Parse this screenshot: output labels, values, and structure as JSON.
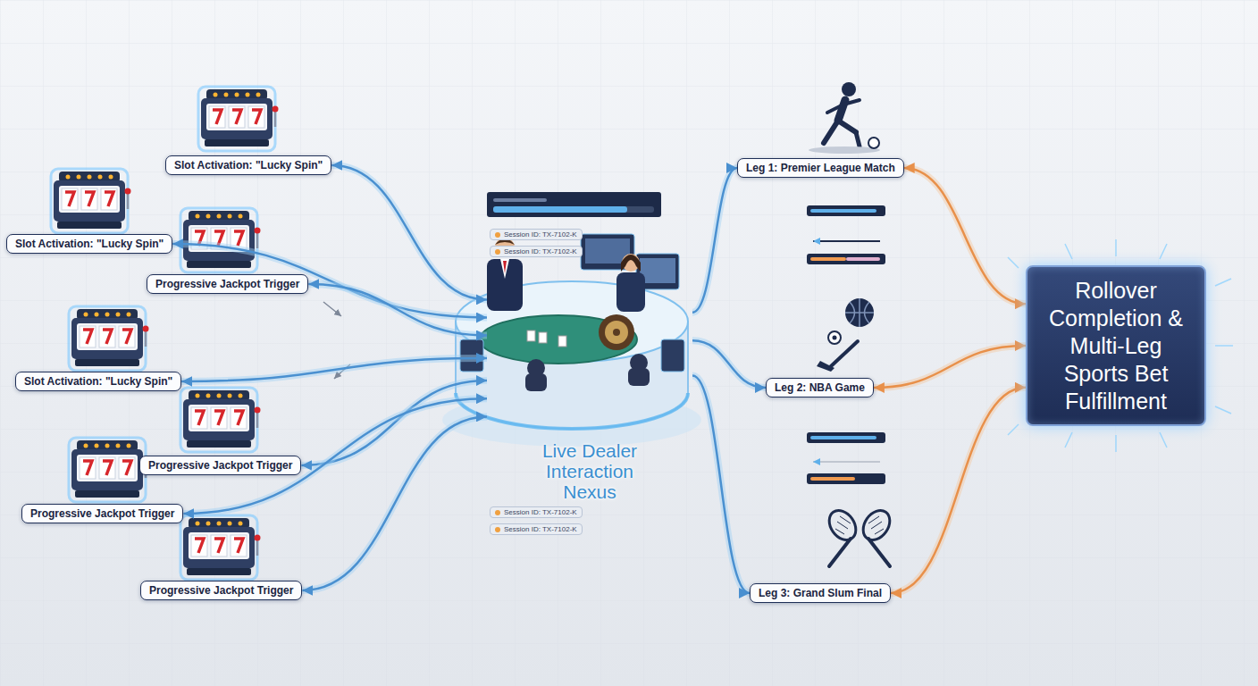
{
  "diagram": {
    "nodes": [
      {
        "text": [
          "Slot Activation: \"Lucky Spin\""
        ]
      },
      {
        "text": [
          "Slot Activation: \"Lucky Spin\""
        ]
      },
      {
        "text": [
          "Progressive Jackpot Trigger"
        ]
      },
      {
        "text": [
          "Slot Activation: \"Lucky Spin\""
        ]
      },
      {
        "text": [
          "Progressive Jackpot Trigger"
        ]
      },
      {
        "text": [
          "Progressive Jackpot Trigger"
        ]
      },
      {
        "text": [
          "Progressive Jackpot Trigger"
        ]
      },
      {
        "text": [
          "Live Dealer Interaction Nexus"
        ]
      },
      {
        "text": [
          "Leg 1: Premier League Match"
        ]
      },
      {
        "text": [
          "Leg 2: NBA Game"
        ]
      },
      {
        "text": [
          "Leg 3: Grand Slum Final"
        ]
      },
      {
        "text": [
          "Rollover Completion & Multi-Leg Sports Bet Fulfillment"
        ]
      }
    ],
    "edges": [
      {
        "from": 0,
        "to": 7,
        "arrow": "both"
      },
      {
        "from": 1,
        "to": 7,
        "arrow": "both"
      },
      {
        "from": 2,
        "to": 7,
        "arrow": "both"
      },
      {
        "from": 3,
        "to": 7,
        "arrow": "both"
      },
      {
        "from": 4,
        "to": 7,
        "arrow": "both"
      },
      {
        "from": 5,
        "to": 7,
        "arrow": "both"
      },
      {
        "from": 6,
        "to": 7,
        "arrow": "both"
      },
      {
        "from": 7,
        "to": 8,
        "arrow": "to"
      },
      {
        "from": 7,
        "to": 9,
        "arrow": "to"
      },
      {
        "from": 7,
        "to": 10,
        "arrow": "to"
      },
      {
        "from": 8,
        "to": 11,
        "arrow": "both"
      },
      {
        "from": 9,
        "to": 11,
        "arrow": "both"
      },
      {
        "from": 10,
        "to": 11,
        "arrow": "both"
      }
    ],
    "labels": [
      "Session ID: TX-7102-K",
      "Session ID: TX-7102-K",
      "Session ID: TX-7102-K",
      "Session ID: TX-7102-K"
    ]
  }
}
